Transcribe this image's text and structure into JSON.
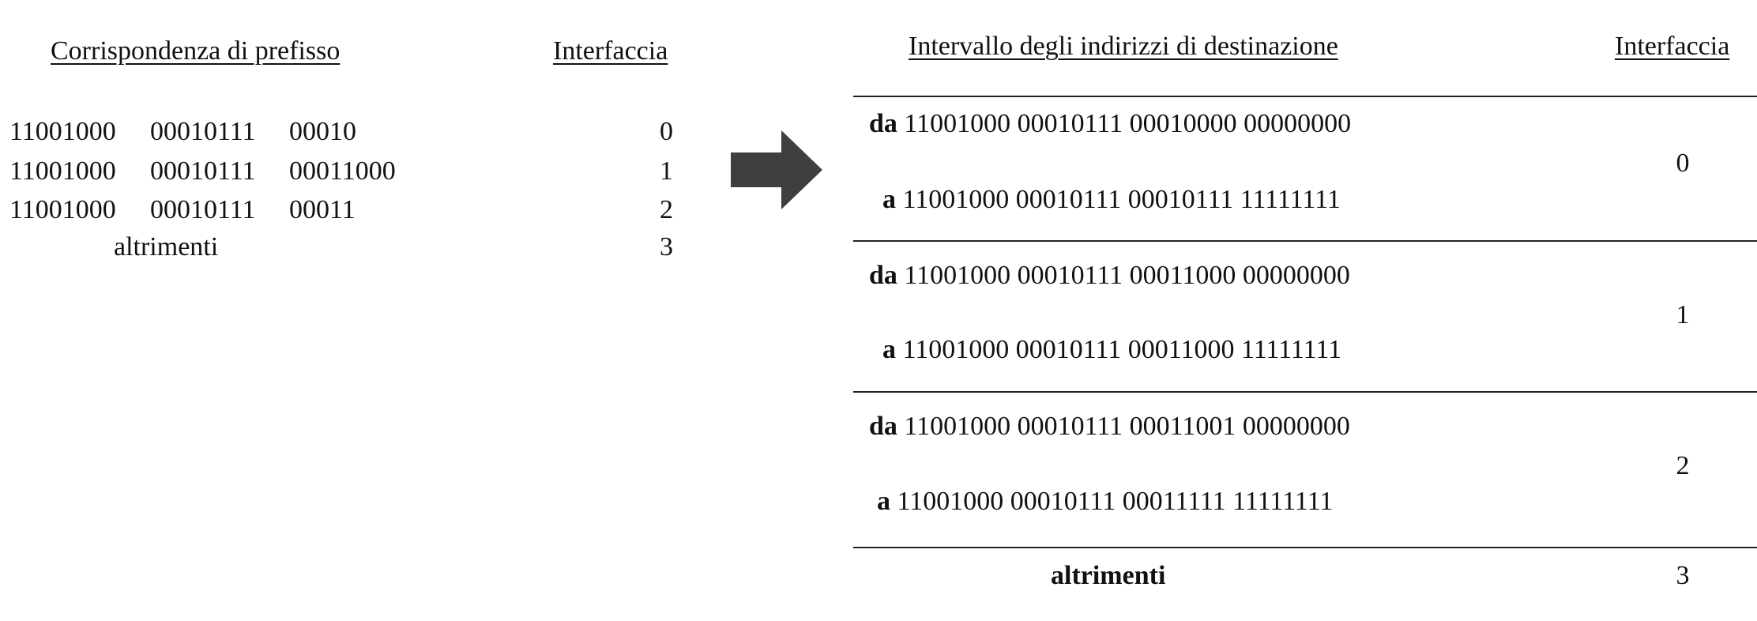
{
  "left_table": {
    "header_prefix": "Corrispondenza di prefisso",
    "header_interface": "Interfaccia",
    "rows": [
      {
        "p1": "11001000",
        "p2": "00010111",
        "p3": "00010",
        "interface": "0"
      },
      {
        "p1": "11001000",
        "p2": "00010111",
        "p3": "00011000",
        "interface": "1"
      },
      {
        "p1": "11001000",
        "p2": "00010111",
        "p3": "00011",
        "interface": "2"
      }
    ],
    "otherwise_label": "altrimenti",
    "otherwise_interface": "3"
  },
  "arrow_icon": "right-arrow-icon",
  "right_table": {
    "header_range": "Intervallo degli indirizzi di destinazione",
    "header_interface": "Interfaccia",
    "from_keyword": "da",
    "to_keyword": "a",
    "rows": [
      {
        "from": "11001000 00010111 00010000 00000000",
        "to": "11001000 00010111 00010111 11111111",
        "interface": "0"
      },
      {
        "from": "11001000 00010111 00011000 00000000",
        "to": "11001000 00010111 00011000 11111111",
        "interface": "1"
      },
      {
        "from": "11001000 00010111 00011001 00000000",
        "to": "11001000 00010111 00011111 11111111",
        "interface": "2"
      }
    ],
    "otherwise_label": "altrimenti",
    "otherwise_interface": "3"
  },
  "colors": {
    "arrow": "#3f3f3f",
    "rule": "#222222",
    "text": "#111111"
  }
}
